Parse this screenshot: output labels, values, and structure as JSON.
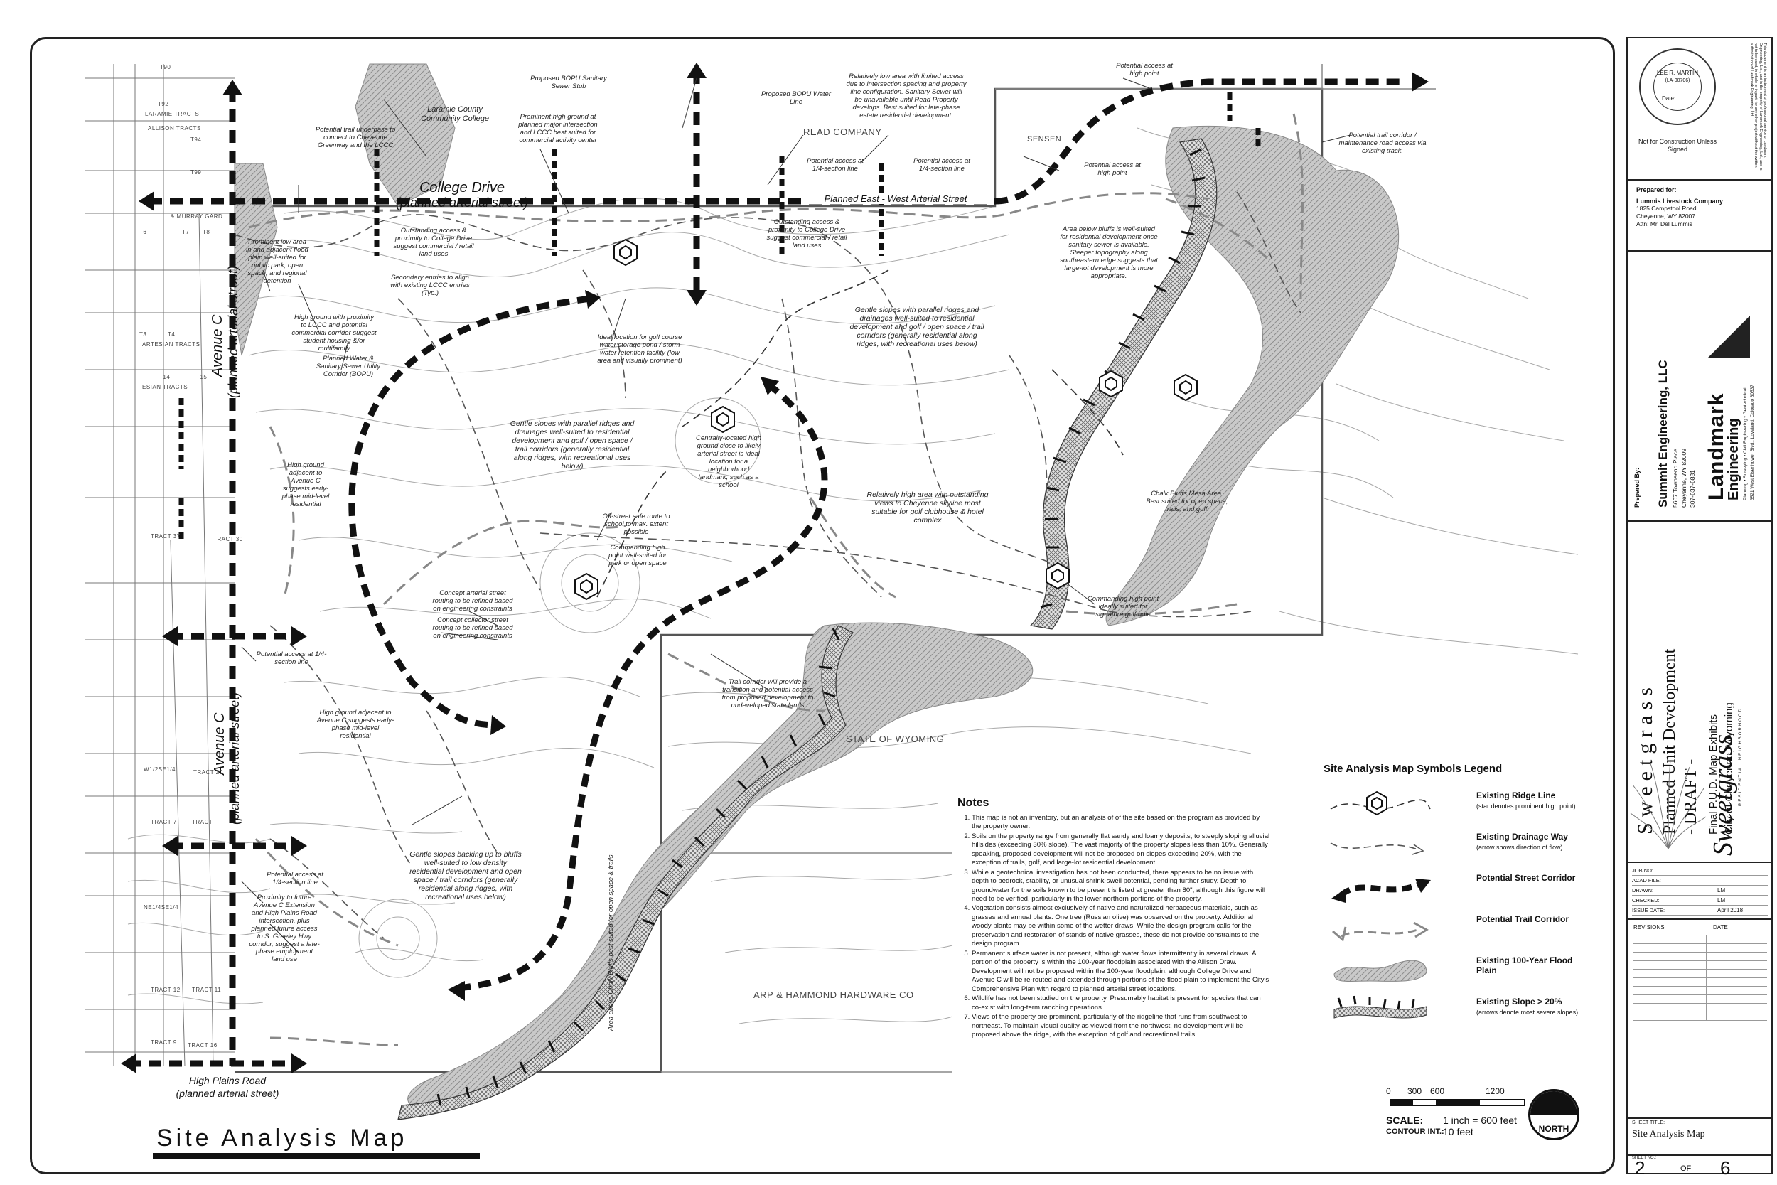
{
  "map": {
    "title": "Site Analysis Map",
    "roads": {
      "college_drive": "College Drive",
      "college_drive_sub": "(planned arterial street)",
      "avenue_c_top": "Avenue C",
      "avenue_c_top_sub": "(planned arterial street)",
      "avenue_c_bottom": "Avenue C",
      "avenue_c_bottom_sub": "(planned arterial street)",
      "high_plains_road": "High Plains Road",
      "high_plains_road_sub": "(planned arterial street)",
      "planned_east_west": "Planned East - West Arterial Street"
    },
    "owners": {
      "read_company": "READ COMPANY",
      "state_wyoming": "STATE OF WYOMING",
      "arp_hammond": "ARP & HAMMOND HARDWARE CO",
      "sensen": "SENSEN"
    },
    "tracts": [
      "T90",
      "T92",
      "T94",
      "T99",
      "ALLISON TRACTS",
      "LARAMIE TRACTS",
      "& MURRAY GARD",
      "T6",
      "T7",
      "T8",
      "T3",
      "T4",
      "T14",
      "T15",
      "ARTESIAN TRACTS",
      "ESIAN TRACTS",
      "TRACT 37",
      "TRACT 30",
      "TRACT 20",
      "TRACT 7",
      "TRACT",
      "W1/2SE1/4",
      "NE1/4SE1/4",
      "TRACT 12",
      "TRACT 11",
      "TRACT 9",
      "TRACT 16"
    ],
    "annotations": [
      "Laramie County Community College",
      "Potential trail underpass to connect to Cheyenne Greenway and the LCCC",
      "Proposed BOPU Sanitary Sewer Stub",
      "Proposed BOPU Water Line",
      "Prominent high ground at planned major intersection and LCCC best suited for commercial activity center",
      "Relatively low area with limited access due to intersection spacing and property line configuration. Sanitary Sewer will be unavailable until Read Property develops. Best suited for late-phase estate residential development.",
      "Potential access at high point",
      "Potential access at 1/4-section line",
      "Potential access at 1/4-section line",
      "Potential access at high point",
      "Potential trail corridor / maintenance road access via existing track.",
      "Outstanding access & proximity to College Drive suggest commercial / retail land uses",
      "Outstanding access & proximity to College Drive suggest commercial / retail land uses",
      "Prominent low area in and adjacent flood plain well-suited for public park, open space, and regional detention",
      "Secondary entries to align with existing LCCC entries (Typ.)",
      "High ground with proximity to LCCC and potential commercial corridor suggest student housing &/or multifamily",
      "Planned Water & Sanitary Sewer Utility Corridor (BOPU)",
      "Ideal location for golf course water storage pond / storm water retention facility (low area and visually prominent)",
      "Gentle slopes with parallel ridges and drainages well-suited to residential development and golf / open space / trail corridors (generally residential along ridges, with recreational uses below)",
      "Area below bluffs is well-suited for residential development once sanitary sewer is available. Steeper topography along southeastern edge suggests that large-lot development is more appropriate.",
      "Gentle slopes with parallel ridges and drainages well-suited to residential development and golf / open space / trail corridors (generally residential along ridges, with recreational uses below)",
      "High ground adjacent to Avenue C suggests early-phase mid-level residential",
      "Centrally-located high ground close to likely arterial street is ideal location for a neighborhood landmark, such as a school",
      "Off-street safe route to school to max. extent possible",
      "Commanding high point well-suited for park or open space",
      "Relatively high area with outstanding views to Cheyenne skyline most suitable for golf clubhouse & hotel complex",
      "Chalk Bluffs Mesa Area. Best suited for open space, trails, and golf.",
      "Commanding high point ideally suited for signature golf hole",
      "Concept arterial street routing to be refined based on engineering constraints",
      "Concept collector street routing to be refined based on engineering constraints",
      "Potential access at 1/4-section line",
      "High ground adjacent to Avenue C suggests early-phase mid-level residential",
      "Trail corridor will provide a transition and potential access from proposed development to undeveloped state lands",
      "Gentle slopes backing up to bluffs well-suited to low density residential development and open space / trail corridors (generally residential along ridges, with recreational uses below)",
      "Potential access at 1/4-section line",
      "Proximity to future Avenue C Extension and High Plains Road intersection, plus planned future access to S. Greeley Hwy corridor, suggest a late-phase employment land use",
      "Area above Chalk Bluffs best suited for open space & trails."
    ]
  },
  "notes": {
    "heading": "Notes",
    "items": [
      "This map is not an inventory, but an analysis of of the site based on the program as provided by the property owner.",
      "Soils on the property range from generally flat sandy and loamy deposits, to steeply sloping alluvial hillsides (exceeding 30% slope). The vast majority of the property slopes less than 10%. Generally speaking, proposed development will not be proposed on slopes exceeding 20%, with the exception of trails, golf, and large-lot residential development.",
      "While a geotechnical investigation has not been conducted, there appears to be no issue with depth to bedrock, stability, or unusual shrink-swell potential, pending further study. Depth to groundwater for the soils known to be present is listed at greater than 80\", although this figure will need to be verified, particularly in the lower northern portions of the property.",
      "Vegetation consists almost exclusively of native and naturalized herbaceous materials, such as grasses and annual plants. One tree (Russian olive) was observed on the property. Additional woody plants may be within some of the wetter draws. While the design program calls for the preservation and restoration of stands of native grasses, these do not provide constraints to the design program.",
      "Permanent surface water is not present, although water flows intermittently in several draws.  A portion of the property is within the 100-year floodplain associated with the Allison Draw. Development will not be proposed within the 100-year floodplain, although College Drive and Avenue C will be re-routed and extended through portions of the flood plain to implement the City's Comprehensive Plan with regard to planned arterial street locations.",
      "Wildlife has not been studied on the property. Presumably habitat is present for species that can co-exist with long-term ranching operations.",
      "Views of the property are prominent, particularly of the ridgeline that runs from southwest to northeast. To maintain visual quality as viewed from the northwest, no development will be proposed above the ridge, with the exception of golf and recreational trails."
    ]
  },
  "legend": {
    "title": "Site Analysis Map Symbols Legend",
    "items": [
      {
        "label": "Existing Ridge Line",
        "sub": "(star denotes prominent high point)"
      },
      {
        "label": "Existing Drainage Way",
        "sub": "(arrow shows direction of flow)"
      },
      {
        "label": "Potential Street Corridor",
        "sub": ""
      },
      {
        "label": "Potential Trail Corridor",
        "sub": ""
      },
      {
        "label": "Existing 100-Year Flood Plain",
        "sub": ""
      },
      {
        "label": "Existing Slope > 20%",
        "sub": "(arrows denote most severe slopes)"
      }
    ]
  },
  "scale": {
    "ticks": [
      "0",
      "300",
      "600",
      "1200"
    ],
    "scale_label": "SCALE:",
    "scale_value": "1 inch = 600 feet",
    "contour_label": "CONTOUR INT.:",
    "contour_value": "10 feet",
    "north": "NORTH"
  },
  "title_block": {
    "seal_name": "LEE R. MARTIN",
    "seal_number": "(LA-00706)",
    "seal_date": "Date:",
    "seal_caption": "Not for Construction Unless Signed",
    "disclaimer": "This document is an instrument of professional service of Landmark Engineering, Ltd., and is the property of Landmark Engineering, Ltd., and is not to be used, in whole or in part, for any other project without the written authorization of Landmark Engineering, Ltd.",
    "prepared_for_heading": "Prepared for:",
    "client_name": "Lummis Livestock Company",
    "client_address1": "1825 Campstool Road",
    "client_address2": "Cheyenne, WY 82007",
    "client_attn": "Attn: Mr. Del Lummis",
    "prepared_by_heading": "Prepared By:",
    "firm1_name": "Summit Engineering, LLC",
    "firm1_addr1": "5607 Townsend Place",
    "firm1_addr2": "Cheyenne, WY  82009",
    "firm1_phone": "307-637-6881",
    "firm2_name": "Landmark",
    "firm2_name2": "Engineering",
    "firm2_services": "Planning • Surveying • Civil Engineering • Geotechnical",
    "firm2_addr": "3521 West Eisenhower Blvd., Loveland, Colorado 80537",
    "project_name": "Sweetgrass",
    "project_line2": "Planned Unit Development",
    "project_line3": "- DRAFT -",
    "project_line4": "Final P.U.D. Map Exhibits",
    "project_line5": "City of Cheyenne, Wyoming",
    "brand": "Sweetgrass",
    "brand_sub": "RESIDENTIAL NEIGHBORHOOD",
    "fields": [
      {
        "label": "JOB NO:",
        "value": ""
      },
      {
        "label": "ACAD FILE:",
        "value": ""
      },
      {
        "label": "DRAWN:",
        "value": "LM"
      },
      {
        "label": "CHECKED:",
        "value": "LM"
      },
      {
        "label": "ISSUE DATE:",
        "value": "April  2018"
      }
    ],
    "revisions_label": "REVISIONS",
    "date_label": "DATE",
    "sheet_title_label": "SHEET TITLE:",
    "sheet_title": "Site Analysis Map",
    "sheet_no_label": "SHEET NO.:",
    "sheet_number": "2",
    "sheet_of": "OF",
    "sheet_total": "6"
  },
  "colors": {
    "ink": "#111111",
    "contour": "#9a9a9a",
    "flood": "#bdbdbd"
  }
}
